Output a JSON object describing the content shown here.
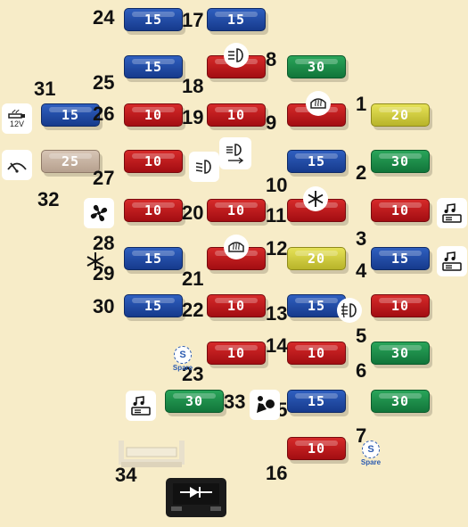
{
  "fuse_slots": [
    {
      "num": "24",
      "amp": "15",
      "color": "blue"
    },
    {
      "num": "17",
      "amp": "15",
      "color": "blue"
    },
    {
      "num": "25",
      "amp": "15",
      "color": "blue"
    },
    {
      "num": "18",
      "amp": "",
      "color": "red"
    },
    {
      "num": "8",
      "amp": "30",
      "color": "green"
    },
    {
      "num": "31",
      "amp": "15",
      "color": "blue"
    },
    {
      "num": "26",
      "amp": "10",
      "color": "red"
    },
    {
      "num": "19",
      "amp": "10",
      "color": "red"
    },
    {
      "num": "9",
      "amp": "",
      "color": "red"
    },
    {
      "num": "1",
      "amp": "20",
      "color": "yellow"
    },
    {
      "num": "32",
      "amp": "25",
      "color": "beige"
    },
    {
      "num": "27",
      "amp": "10",
      "color": "red"
    },
    {
      "num": "10",
      "amp": "15",
      "color": "blue"
    },
    {
      "num": "2",
      "amp": "30",
      "color": "green"
    },
    {
      "num": "28",
      "amp": "10",
      "color": "red"
    },
    {
      "num": "20",
      "amp": "10",
      "color": "red"
    },
    {
      "num": "11",
      "amp": "",
      "color": "red"
    },
    {
      "num": "3",
      "amp": "10",
      "color": "red"
    },
    {
      "num": "29",
      "amp": "15",
      "color": "blue"
    },
    {
      "num": "21",
      "amp": "",
      "color": "red"
    },
    {
      "num": "12",
      "amp": "20",
      "color": "yellow"
    },
    {
      "num": "4",
      "amp": "15",
      "color": "blue"
    },
    {
      "num": "30",
      "amp": "15",
      "color": "blue"
    },
    {
      "num": "22",
      "amp": "10",
      "color": "red"
    },
    {
      "num": "13",
      "amp": "15",
      "color": "blue"
    },
    {
      "num": "5",
      "amp": "10",
      "color": "red"
    },
    {
      "num": "23",
      "amp": "10",
      "color": "red"
    },
    {
      "num": "14",
      "amp": "10",
      "color": "red"
    },
    {
      "num": "6",
      "amp": "30",
      "color": "green"
    },
    {
      "num": "33",
      "amp": "30",
      "color": "green"
    },
    {
      "num": "15",
      "amp": "15",
      "color": "blue"
    },
    {
      "num": "7",
      "amp": "30",
      "color": "green"
    },
    {
      "num": "16",
      "amp": "10",
      "color": "red"
    }
  ],
  "labels": {
    "holder": "34"
  },
  "icons": {
    "lighter_text": "12V",
    "spare_letter": "S",
    "spare_text": "Spare"
  },
  "colors": {
    "background": "#f7ecc8",
    "blue": "#1e4aa8",
    "red": "#c01a1f",
    "green": "#1a8a48",
    "yellow": "#d4d040",
    "beige": "#c8b4a2"
  }
}
